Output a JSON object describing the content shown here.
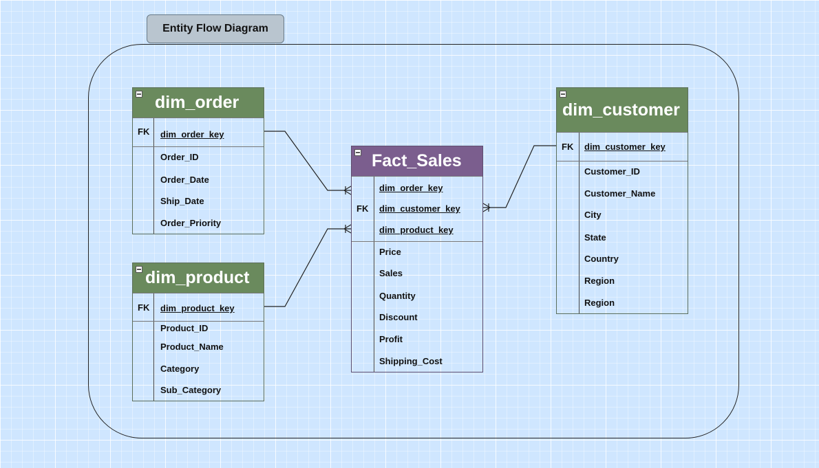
{
  "diagram": {
    "title": "Entity Flow Diagram"
  },
  "colors": {
    "dimension_header": "#6a8a5d",
    "fact_header": "#7b5e8e",
    "title_box": "#b9c5cf"
  },
  "entities": {
    "dim_order": {
      "name": "dim_order",
      "key_label": "FK",
      "keys": [
        "dim_order_key"
      ],
      "fields": [
        "Order_ID",
        "Order_Date",
        "Ship_Date",
        "Order_Priority"
      ]
    },
    "dim_product": {
      "name": "dim_product",
      "key_label": "FK",
      "keys": [
        "dim_product_key"
      ],
      "fields": [
        "Product_ID",
        "Product_Name",
        "Category",
        "Sub_Category"
      ]
    },
    "fact_sales": {
      "name": "Fact_Sales",
      "key_label": "FK",
      "keys": [
        "dim_order_key",
        "dim_customer_key",
        "dim_product_key"
      ],
      "fields": [
        "Price",
        "Sales",
        "Quantity",
        "Discount",
        "Profit",
        "Shipping_Cost"
      ]
    },
    "dim_customer": {
      "name": "dim_customer",
      "key_label": "FK",
      "keys": [
        "dim_customer_key"
      ],
      "fields": [
        "Customer_ID",
        "Customer_Name",
        "City",
        "State",
        "Country",
        "Region",
        "Region"
      ]
    }
  },
  "relationships": [
    {
      "from": "dim_order",
      "to": "Fact_Sales",
      "cardinality": "one-to-many"
    },
    {
      "from": "dim_product",
      "to": "Fact_Sales",
      "cardinality": "one-to-many"
    },
    {
      "from": "dim_customer",
      "to": "Fact_Sales",
      "cardinality": "one-to-many"
    }
  ]
}
